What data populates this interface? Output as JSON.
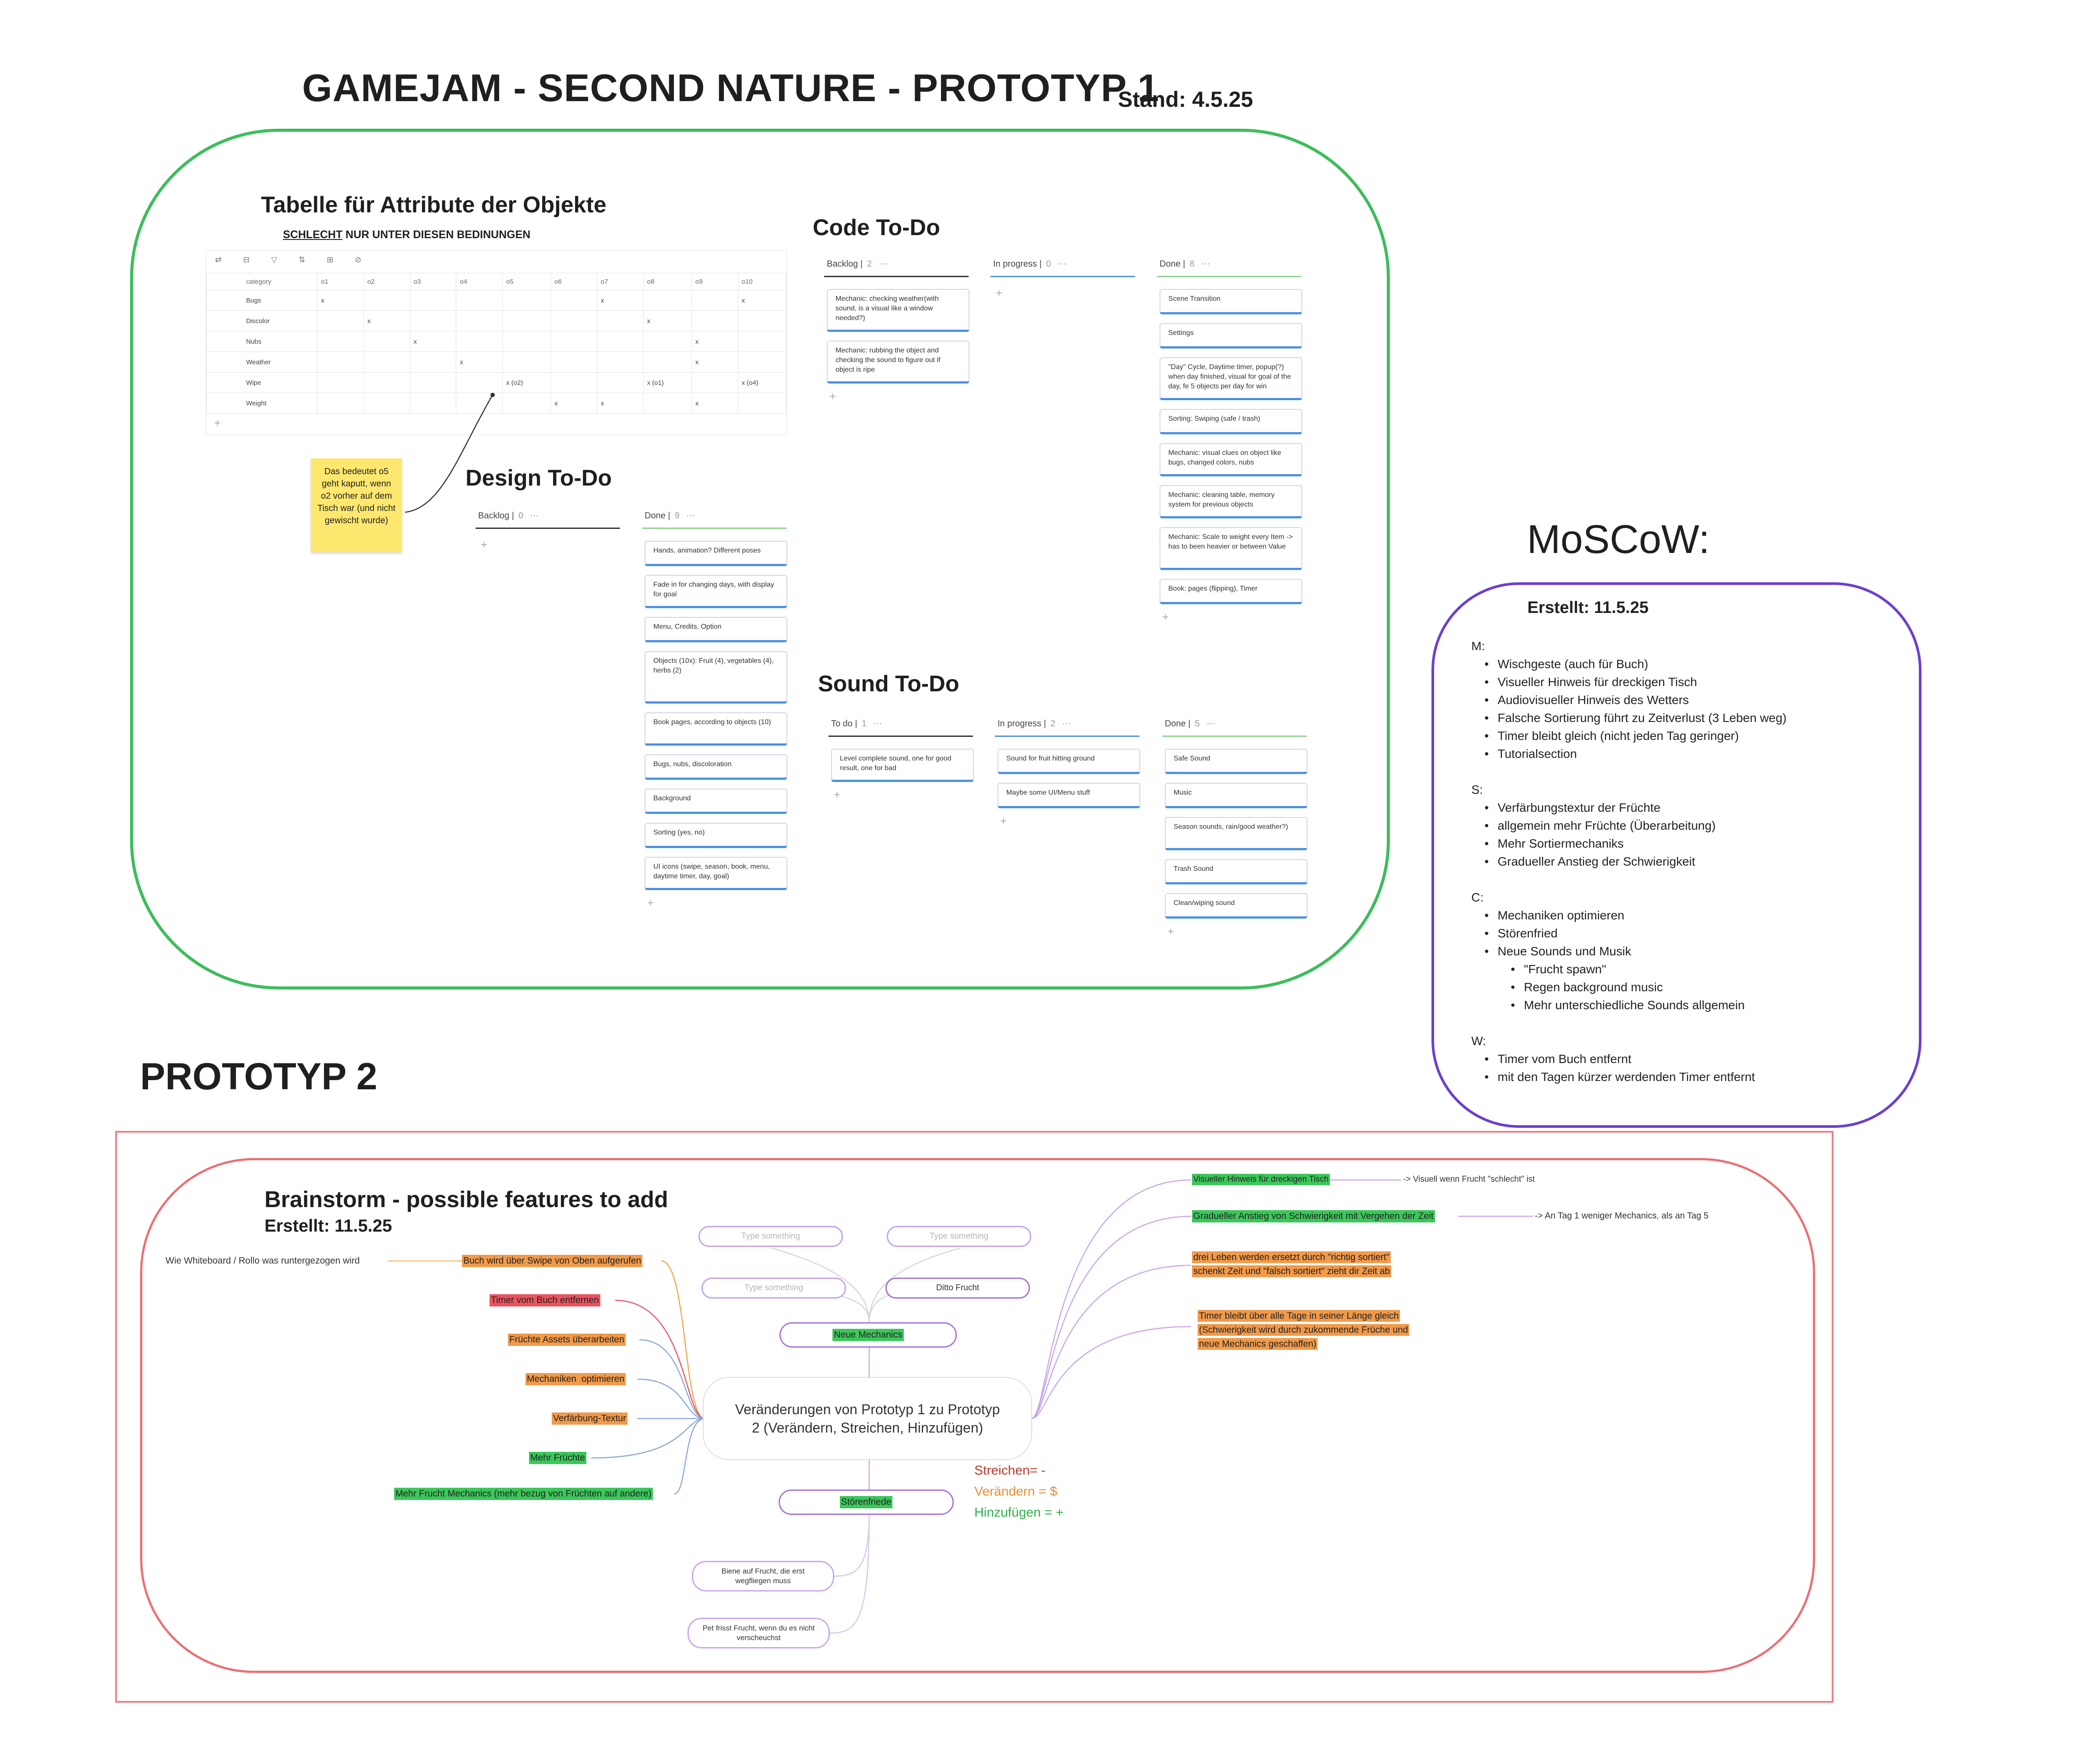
{
  "title": "GAMEJAM - SECOND NATURE - PROTOTYP 1",
  "stand": "Stand: 4.5.25",
  "table": {
    "heading": "Tabelle für Attribute der Objekte",
    "subtitle_underlined": "SCHLECHT",
    "subtitle_rest": " NUR UNTER DIESEN BEDINUNGEN",
    "toolbar": "⇄ ⊟ ▽ ⇅ ⊞ ⊘",
    "columns": [
      "category",
      "o1",
      "o2",
      "o3",
      "o4",
      "o5",
      "o6",
      "o7",
      "o8",
      "o9",
      "o10"
    ],
    "rows": [
      [
        "Bugs",
        "x",
        "",
        "",
        "",
        "",
        "",
        "x",
        "",
        "",
        "x"
      ],
      [
        "Discolor",
        "",
        "x",
        "",
        "",
        "",
        "",
        "",
        "x",
        "",
        ""
      ],
      [
        "Nubs",
        "",
        "",
        "x",
        "",
        "",
        "",
        "",
        "",
        "x",
        ""
      ],
      [
        "Weather",
        "",
        "",
        "",
        "x",
        "",
        "",
        "",
        "",
        "x",
        ""
      ],
      [
        "Wipe",
        "",
        "",
        "",
        "",
        "x (o2)",
        "",
        "",
        "x (o1)",
        "",
        "x (o4)"
      ],
      [
        "Weight",
        "",
        "",
        "",
        "",
        "",
        "x",
        "x",
        "",
        "x",
        ""
      ]
    ],
    "add": "+"
  },
  "sticky": "Das bedeutet o5 geht kaputt, wenn o2 vorher auf dem Tisch war (und nicht gewischt wurde)",
  "code_todo": {
    "heading": "Code To-Do",
    "columns": [
      {
        "label": "Backlog",
        "count": "2",
        "cards": [
          "Mechanic: checking weather(with sound, is a visual like a window needed?)",
          "Mechanic: rubbing the object and checking the sound to figure out if object is ripe"
        ]
      },
      {
        "label": "In progress",
        "count": "0",
        "cards": []
      },
      {
        "label": "Done",
        "count": "8",
        "cards": [
          "Scene Transition",
          "Settings",
          "\"Day\" Cycle, Daytime timer, popup(?) when day finished, visual for goal of the day, fe 5 objects per day for win",
          "Sorting: Swiping (safe / trash)",
          "Mechanic: visual clues on object like bugs, changed colors, nubs",
          "Mechanic: cleaning table, memory system for previous objects",
          "Mechanic: Scale to weight every Item -> has to been heavier or between Value",
          "Book: pages (flipping), Timer"
        ]
      }
    ]
  },
  "design_todo": {
    "heading": "Design To-Do",
    "columns": [
      {
        "label": "Backlog",
        "count": "0",
        "cards": []
      },
      {
        "label": "Done",
        "count": "9",
        "cards": [
          "Hands, animation? Different poses",
          "Fade in for changing days, with display for goal",
          "Menu, Credits, Option",
          "Objects (10x): Fruit (4), vegetables (4), herbs (2)",
          "Book pages, according to objects (10)",
          "Bugs, nubs, discoloration",
          "Background",
          "Sorting (yes, no)",
          "UI icons (swipe, season, book, menu, daytime timer, day, goal)"
        ]
      }
    ]
  },
  "sound_todo": {
    "heading": "Sound To-Do",
    "columns": [
      {
        "label": "To do",
        "count": "1",
        "cards": [
          "Level complete sound, one for good result, one for bad"
        ]
      },
      {
        "label": "In progress",
        "count": "2",
        "cards": [
          "Sound for fruit hitting ground",
          "Maybe some UI/Menu stuff"
        ]
      },
      {
        "label": "Done",
        "count": "5",
        "cards": [
          "Safe Sound",
          "Music",
          "Season sounds, rain/good weather?)",
          "Trash Sound",
          "Clean/wiping sound"
        ]
      }
    ]
  },
  "moscow": {
    "heading": "MoSCoW:",
    "created": "Erstellt: 11.5.25",
    "m_label": "M:",
    "m": [
      "Wischgeste (auch für Buch)",
      "Visueller Hinweis für dreckigen Tisch",
      "Audiovisueller Hinweis des Wetters",
      "Falsche Sortierung führt zu Zeitverlust (3 Leben weg)",
      "Timer bleibt gleich (nicht jeden Tag geringer)",
      "Tutorialsection"
    ],
    "s_label": "S:",
    "s": [
      "Verfärbungstextur der Früchte",
      "allgemein mehr Früchte (Überarbeitung)",
      "Mehr Sortiermechaniks",
      "Gradueller Anstieg der Schwierigkeit"
    ],
    "c_label": "C:",
    "c": [
      "Mechaniken optimieren",
      "Störenfried",
      "Neue Sounds und Musik"
    ],
    "c_sub": [
      "\"Frucht spawn\"",
      "Regen background music",
      "Mehr unterschiedliche Sounds allgemein"
    ],
    "w_label": "W:",
    "w": [
      "Timer vom Buch entfernt",
      "mit den Tagen kürzer werdenden Timer entfernt"
    ]
  },
  "prototyp2": "PROTOTYP 2",
  "brainstorm": {
    "heading": "Brainstorm - possible features to add",
    "created": "Erstellt: 11.5.25",
    "center": "Veränderungen von Prototyp 1 zu Prototyp 2 (Verändern, Streichen, Hinzufügen)",
    "neue_mechanics": "Neue Mechanics",
    "top_nodes": [
      "Type something",
      "Type something",
      "Type something",
      "Ditto Frucht"
    ],
    "stoerenfriede": "Störenfriede",
    "stoer_children": [
      "Biene auf Frucht, die erst wegfliegen muss",
      "Pet frisst Frucht, wenn du es nicht verscheuchst"
    ],
    "left_items": [
      "Buch wird über Swipe von Oben aufgerufen",
      "Timer vom Buch entfernen",
      "Früchte Assets überarbeiten",
      "Mechaniken  optimieren",
      "Verfärbung-Textur",
      "Mehr Früchte",
      "Mehr Frucht Mechanics (mehr bezug von Früchten auf andere)"
    ],
    "left_note": "Wie Whiteboard / Rollo was runtergezogen wird",
    "right_items": [
      "Visueller Hinweis für dreckigen Tisch",
      "Gradueller Anstieg von Schwierigkeit mit Vergehen der Zeit",
      "drei Leben werden ersetzt durch \"richtig sortiert\" schenkt Zeit und \"falsch sortiert\" zieht dir Zeit ab",
      "Timer bleibt über alle Tage in seiner Länge gleich (Schwierigkeit wird durch zukommende Früche und neue Mechanics geschaffen)"
    ],
    "right_notes": [
      "-> Visuell wenn Frucht \"schlecht\" ist",
      "-> An Tag 1 weniger Mechanics, als an Tag 5"
    ],
    "legend": {
      "streichen": "Streichen= -",
      "veraendern": "Verändern = $",
      "hinzufuegen": "Hinzufügen = +"
    }
  },
  "colors": {
    "green": "#3dbd5c",
    "purple": "#6c3fd0",
    "red": "#ee6d72",
    "card_accent": "#4a90e2",
    "sticky": "#fde76e",
    "hl_green": "#3cc75a",
    "hl_orange": "#f19a4a",
    "hl_red": "#e9545e"
  }
}
